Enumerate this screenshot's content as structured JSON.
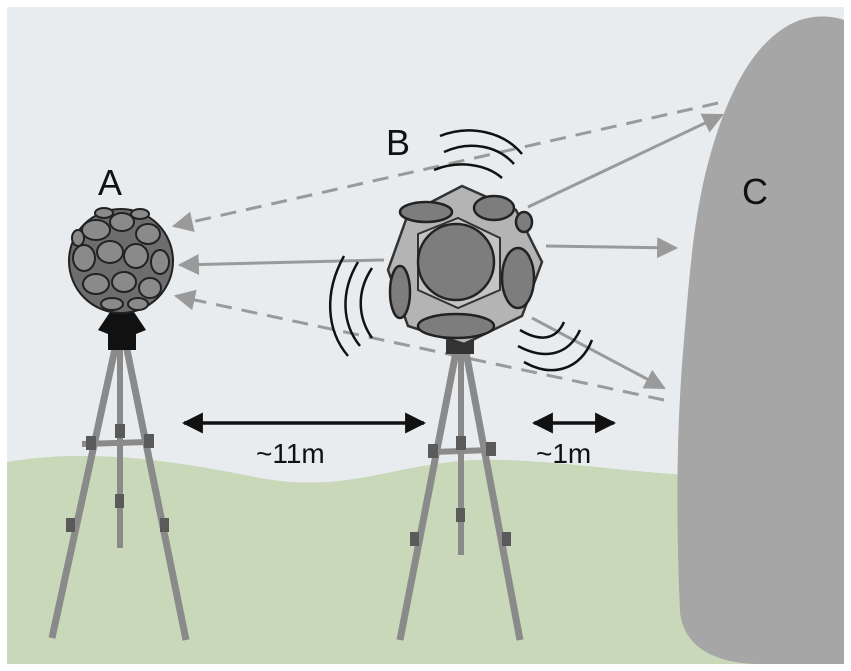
{
  "labels": {
    "a": "A",
    "b": "B",
    "c": "C"
  },
  "distances": {
    "a_to_b": "~11m",
    "b_to_c": "~1m"
  },
  "colors": {
    "sky": "#e8ecef",
    "grass": "#c8d8b8",
    "rock": "#a6a6a6",
    "tripod": "#8a8a8a",
    "arrow": "#9a9a9a",
    "speaker_body": "#b4b4b4",
    "speaker_driver": "#7d7d7d",
    "mic_body": "#6d6d6d",
    "mic_capsule": "#8a8a8a",
    "ink": "#111111"
  }
}
